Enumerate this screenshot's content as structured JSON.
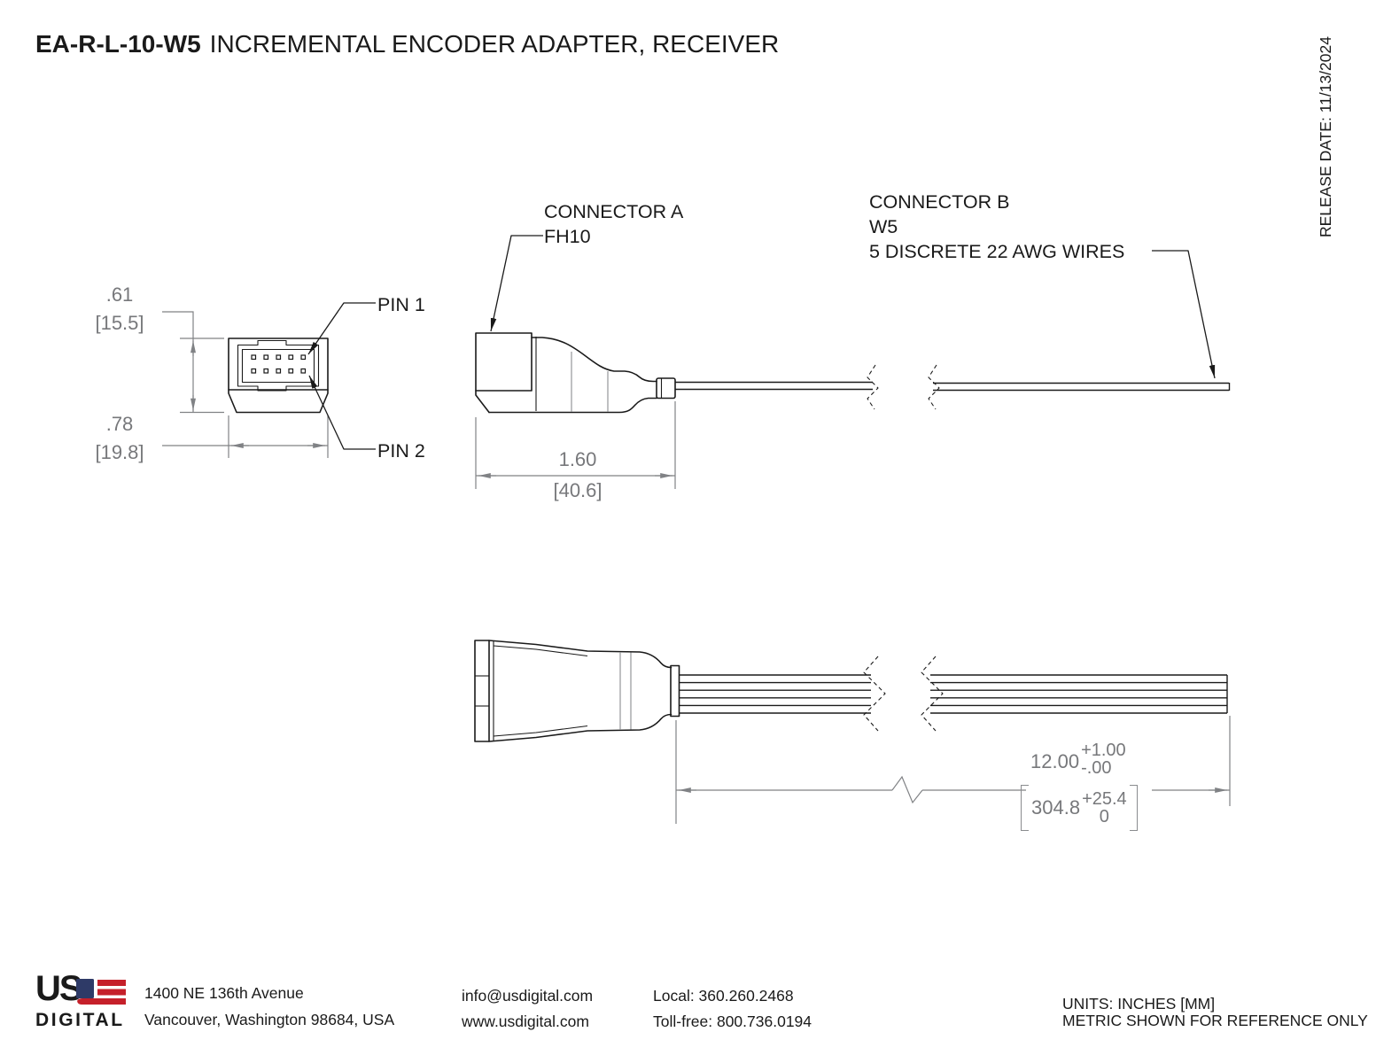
{
  "title": {
    "part_number": "EA-R-L-10-W5",
    "description": "INCREMENTAL ENCODER ADAPTER, RECEIVER"
  },
  "release_date": "RELEASE DATE: 11/13/2024",
  "callouts": {
    "connector_a_line1": "CONNECTOR A",
    "connector_a_line2": "FH10",
    "connector_b_line1": "CONNECTOR B",
    "connector_b_line2": "W5",
    "connector_b_line3": "5 DISCRETE 22 AWG WIRES",
    "pin1": "PIN 1",
    "pin2": "PIN 2"
  },
  "dimensions": {
    "height_in": ".61",
    "height_mm": "[15.5]",
    "width_in": ".78",
    "width_mm": "[19.8]",
    "connector_length_in": "1.60",
    "connector_length_mm": "[40.6]",
    "cable_length_in": "12.00",
    "cable_tol_plus": "+1.00",
    "cable_tol_minus": "-.00",
    "cable_length_mm": "304.8",
    "cable_mm_tol_plus": "+25.4",
    "cable_mm_tol_minus": "0"
  },
  "footer": {
    "logo_us": "US",
    "logo_digital": "DIGITAL",
    "address_line1": "1400 NE 136th Avenue",
    "address_line2": "Vancouver, Washington 98684, USA",
    "email": "info@usdigital.com",
    "website": "www.usdigital.com",
    "phone_local": "Local: 360.260.2468",
    "phone_tollfree": "Toll-free: 800.736.0194",
    "units_line1": "UNITS: INCHES [MM]",
    "units_line2": "METRIC SHOWN FOR REFERENCE ONLY"
  },
  "colors": {
    "line": "#1a1a1a",
    "dimension": "#808285",
    "flag_blue": "#2e3a67",
    "flag_red": "#c5202a"
  }
}
